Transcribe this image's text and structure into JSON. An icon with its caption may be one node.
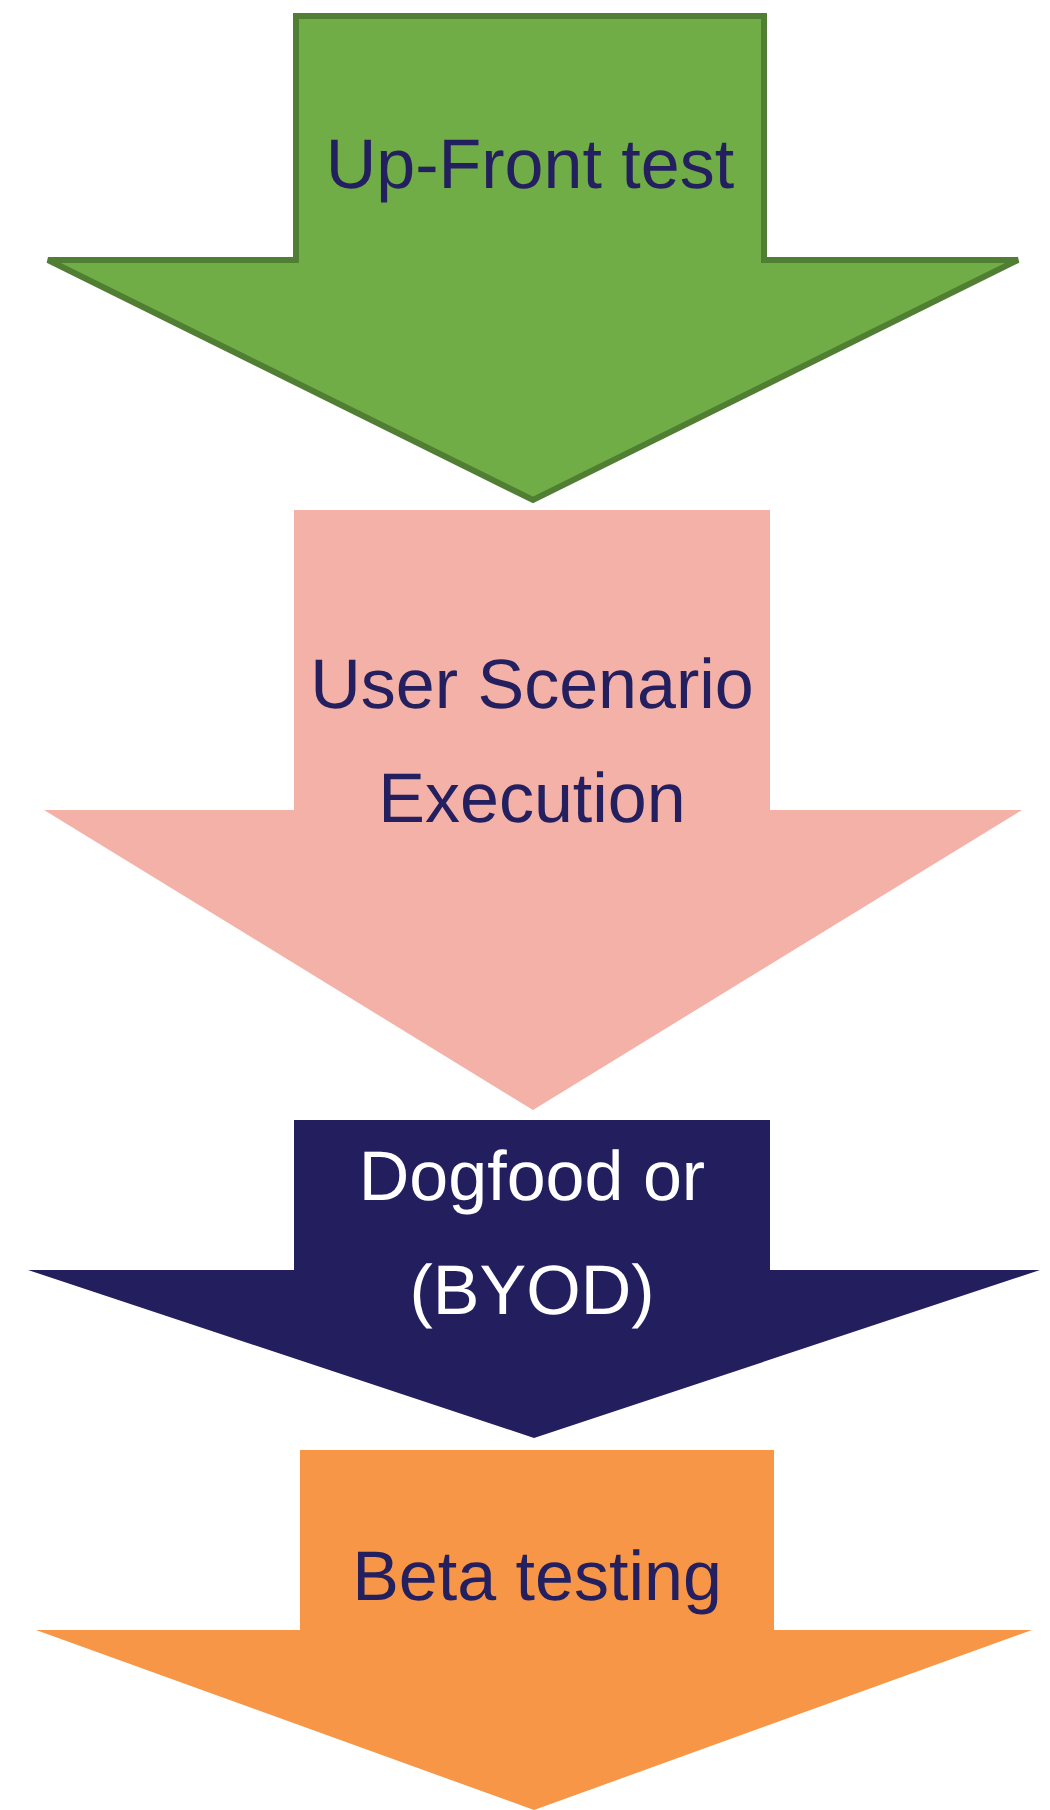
{
  "diagram": {
    "nodes": [
      {
        "text": [
          "Up-Front test"
        ]
      },
      {
        "text": [
          "User Scenario Execution"
        ]
      },
      {
        "text": [
          "Dogfood or (BYOD)"
        ]
      },
      {
        "text": [
          "Beta testing"
        ]
      }
    ]
  }
}
